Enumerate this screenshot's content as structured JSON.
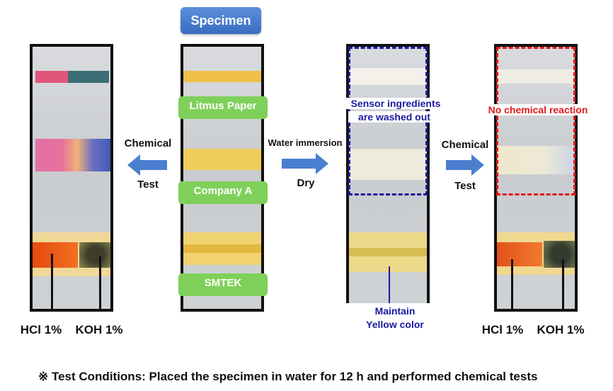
{
  "title": "Specimen",
  "labels": {
    "litmus": "Litmus Paper",
    "company_a": "Company A",
    "smtek": "SMTEK"
  },
  "left_arrow": {
    "top": "Chemical",
    "bottom": "Test"
  },
  "middle_arrow": {
    "top": "Water immersion",
    "bottom": "Dry"
  },
  "right_arrow": {
    "top": "Chemical",
    "bottom": "Test"
  },
  "panel3": {
    "note_blue_line1": "Sensor ingredients",
    "note_blue_line2": "are washed out",
    "maintain_line1": "Maintain",
    "maintain_line2": "Yellow color"
  },
  "panel4": {
    "note_red": "No chemical reaction"
  },
  "axis_left": {
    "hcl": "HCl 1%",
    "koh": "KOH 1%"
  },
  "axis_right": {
    "hcl": "HCl 1%",
    "koh": "KOH 1%"
  },
  "footnote": "※ Test Conditions: Placed the specimen in water for 12 h and performed chemical tests",
  "colors": {
    "title_bg": "#3f77c9",
    "label_green": "#7fd05a",
    "arrow_blue": "#4a7fd0",
    "note_blue": "#1a1aa0",
    "note_red": "#e01818"
  }
}
